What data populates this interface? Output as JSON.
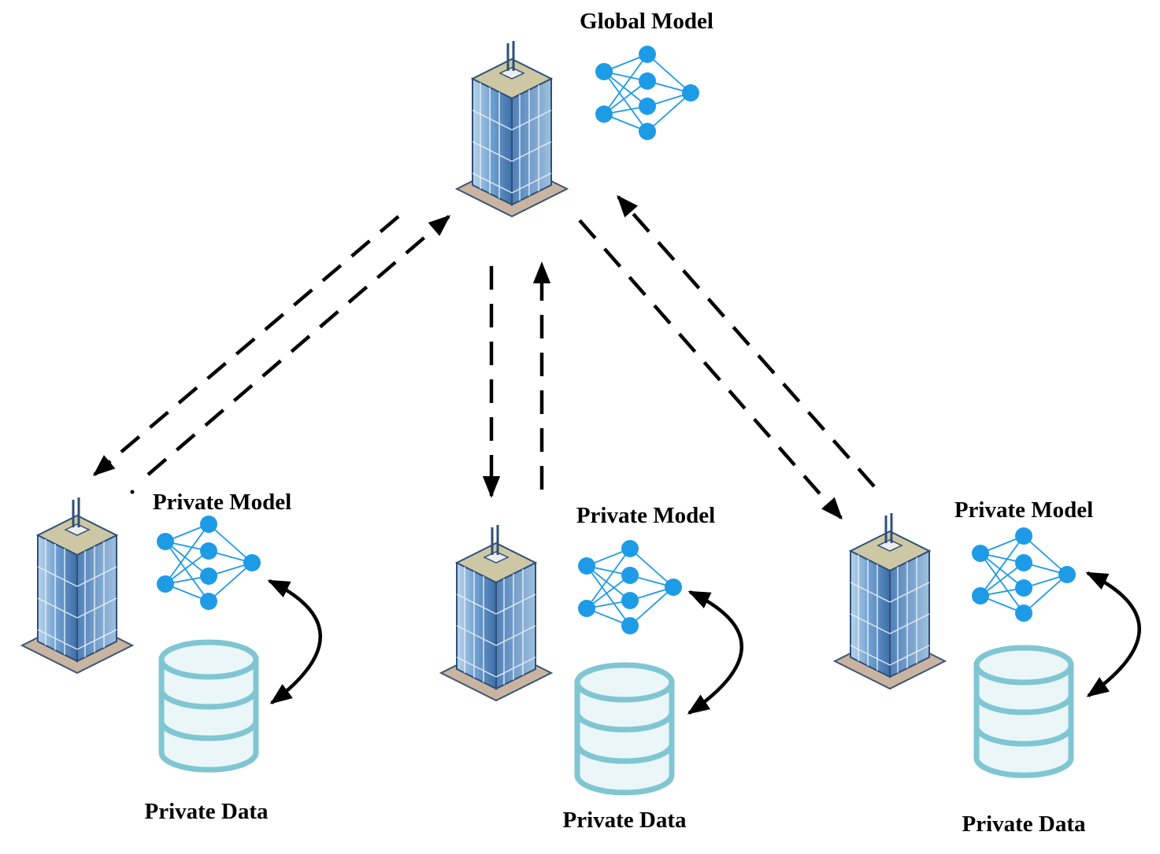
{
  "global": {
    "title": "Global Model"
  },
  "clients": [
    {
      "model_label": "Private Model",
      "data_label": "Private Data"
    },
    {
      "model_label": "Private Model",
      "data_label": "Private Data"
    },
    {
      "model_label": "Private Model",
      "data_label": "Private Data"
    }
  ],
  "colors": {
    "node": "#1e9be6",
    "edge": "#1e9be6",
    "arrow": "#000000",
    "db_stroke": "#7fc6d2",
    "db_fill": "#eaf6f8",
    "glass": "#5d8fc4",
    "roof": "#cdc7a4",
    "base": "#c8b4a0"
  },
  "icons": {
    "server": "office-building-icon",
    "model": "neural-network-icon",
    "data": "database-icon"
  }
}
